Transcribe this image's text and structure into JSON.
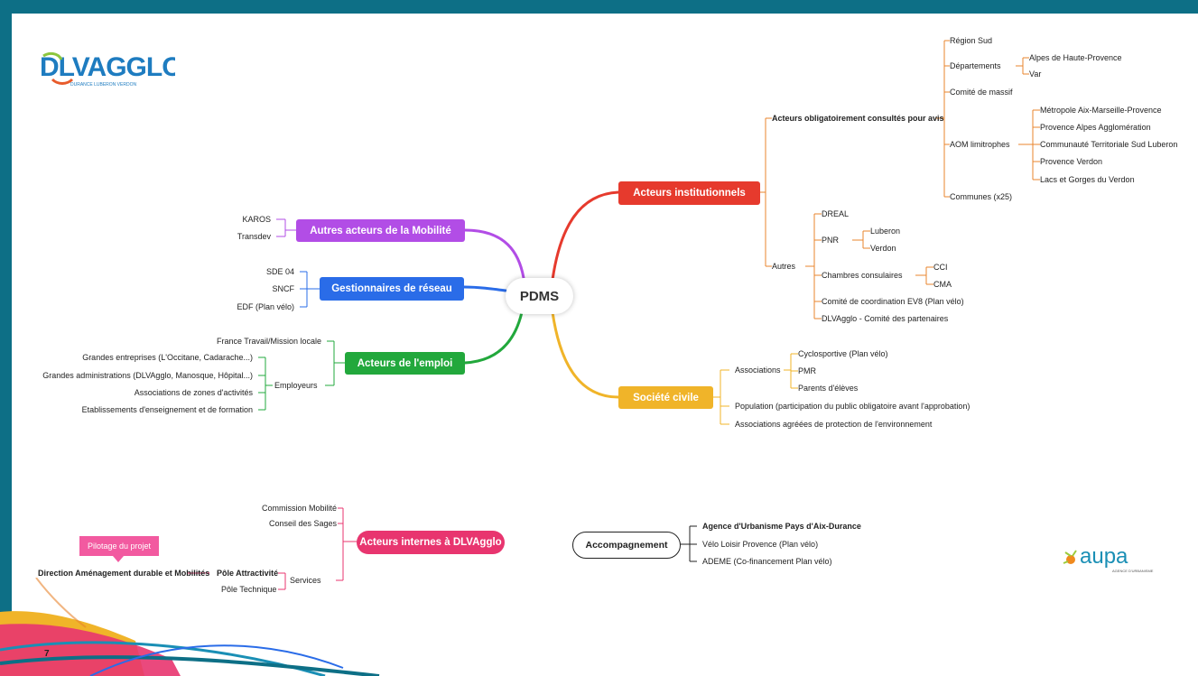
{
  "root": "PDMS",
  "logos": {
    "dlv_title": "DLVAGGLO",
    "dlv_sub": "DURANCE LUBERON VERDON",
    "aupa": "aupa",
    "aupa_sub": "AGENCE D'URBANISME"
  },
  "page_number": "7",
  "colors": {
    "frame": "#0d6f86",
    "institutional": "#e63a2d",
    "mobility": "#b24de6",
    "network": "#2a6ce8",
    "employment": "#22a83c",
    "civil": "#f0b429",
    "internal": "#e8356f",
    "pilot": "#f25aa0"
  },
  "institutionnels": {
    "label": "Acteurs institutionnels",
    "obligatoires": {
      "label": "Acteurs obligatoirement consultés pour avis",
      "region": "Région Sud",
      "departements": {
        "label": "Départements",
        "items": [
          "Alpes de Haute-Provence",
          "Var"
        ]
      },
      "massif": "Comité de massif",
      "aom": {
        "label": "AOM limitrophes",
        "items": [
          "Métropole Aix-Marseille-Provence",
          "Provence Alpes Agglomération",
          "Communauté Territoriale Sud Luberon",
          "Provence Verdon",
          "Lacs et Gorges du Verdon"
        ]
      },
      "communes": "Communes (x25)"
    },
    "autres": {
      "label": "Autres",
      "dreal": "DREAL",
      "pnr": {
        "label": "PNR",
        "items": [
          "Luberon",
          "Verdon"
        ]
      },
      "chambres": {
        "label": "Chambres consulaires",
        "items": [
          "CCI",
          "CMA"
        ]
      },
      "ev8": "Comité de coordination EV8 (Plan vélo)",
      "dlv": "DLVAgglo - Comité des partenaires"
    }
  },
  "civile": {
    "label": "Société civile",
    "associations": {
      "label": "Associations",
      "items": [
        "Cyclosportive (Plan vélo)",
        "PMR",
        "Parents d'élèves"
      ]
    },
    "population": "Population (participation du public obligatoire avant l'approbation)",
    "env": "Associations agréées de protection de l'environnement"
  },
  "mobilite": {
    "label": "Autres acteurs de la Mobilité",
    "items": [
      "KAROS",
      "Transdev"
    ]
  },
  "reseau": {
    "label": "Gestionnaires de réseau",
    "items": [
      "SDE 04",
      "SNCF",
      "EDF (Plan vélo)"
    ]
  },
  "emploi": {
    "label": "Acteurs de l'emploi",
    "france_travail": "France Travail/Mission locale",
    "employeurs": {
      "label": "Employeurs",
      "items": [
        "Grandes entreprises (L'Occitane, Cadarache...)",
        "Grandes administrations (DLVAgglo, Manosque, Hôpital...)",
        "Associations de zones d'activités",
        "Etablissements d'enseignement et de formation"
      ]
    }
  },
  "internes": {
    "label": "Acteurs internes à DLVAgglo",
    "commission": "Commission Mobilité",
    "sages": "Conseil des Sages",
    "services": {
      "label": "Services",
      "attractivite": "Pôle Attractivité",
      "technique": "Pôle Technique"
    },
    "direction": "Direction Aménagement durable et Mobilités",
    "pilotage": "Pilotage du projet"
  },
  "accompagnement": {
    "label": "Accompagnement",
    "items": [
      "Agence d'Urbanisme Pays d'Aix-Durance",
      "Vélo Loisir Provence (Plan vélo)",
      "ADEME (Co-financement Plan vélo)"
    ]
  }
}
